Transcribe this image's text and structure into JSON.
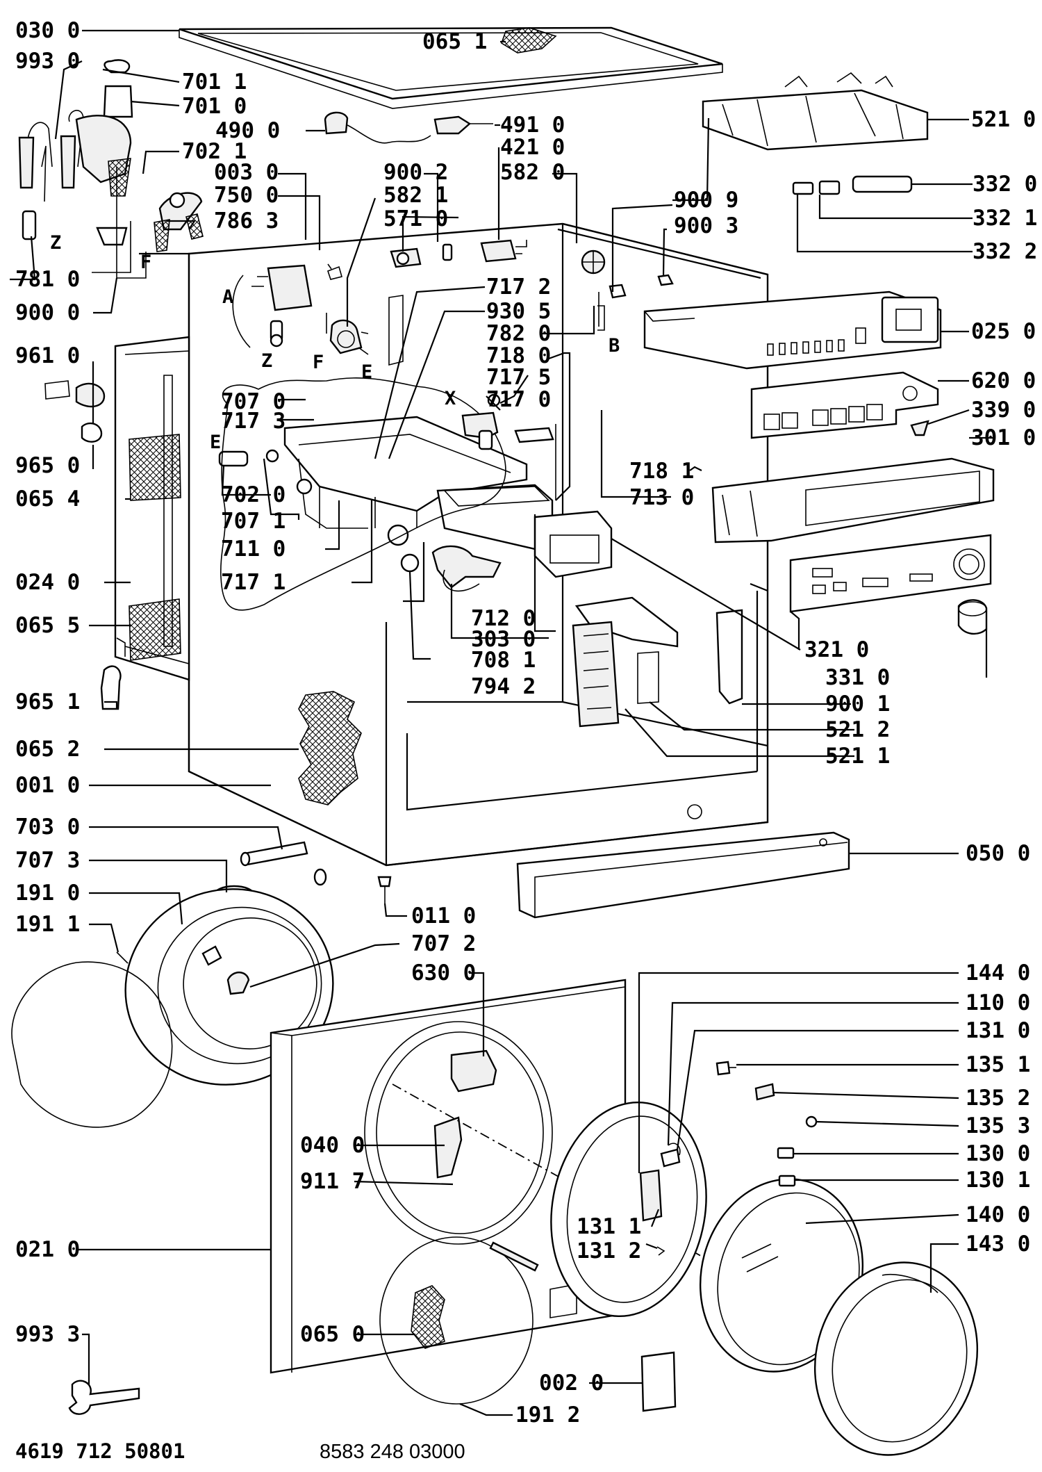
{
  "labels": [
    {
      "id": "l0300",
      "text": "030 0"
    },
    {
      "id": "l0651",
      "text": "065 1"
    },
    {
      "id": "l9930",
      "text": "993 0"
    },
    {
      "id": "l7011",
      "text": "701 1"
    },
    {
      "id": "l7010",
      "text": "701 0"
    },
    {
      "id": "l4900",
      "text": "490 0"
    },
    {
      "id": "l4910",
      "text": "491 0"
    },
    {
      "id": "l7021",
      "text": "702 1"
    },
    {
      "id": "l4210",
      "text": "421 0"
    },
    {
      "id": "l0030",
      "text": "003 0"
    },
    {
      "id": "l9002",
      "text": "900 2"
    },
    {
      "id": "l5820",
      "text": "582 0"
    },
    {
      "id": "l7500",
      "text": "750 0"
    },
    {
      "id": "l5821",
      "text": "582 1"
    },
    {
      "id": "l7863",
      "text": "786 3"
    },
    {
      "id": "l5710",
      "text": "571 0"
    },
    {
      "id": "l5210",
      "text": "521 0"
    },
    {
      "id": "l3320",
      "text": "332 0"
    },
    {
      "id": "l3321",
      "text": "332 1"
    },
    {
      "id": "l3322",
      "text": "332 2"
    },
    {
      "id": "l9009",
      "text": "900 9"
    },
    {
      "id": "l9003",
      "text": "900 3"
    },
    {
      "id": "l7810",
      "text": "781 0"
    },
    {
      "id": "l9000",
      "text": "900 0"
    },
    {
      "id": "l7172",
      "text": "717 2"
    },
    {
      "id": "l9305",
      "text": "930 5"
    },
    {
      "id": "l7820",
      "text": "782 0"
    },
    {
      "id": "l7180",
      "text": "718 0"
    },
    {
      "id": "l7175",
      "text": "717 5"
    },
    {
      "id": "l7170",
      "text": "717 0"
    },
    {
      "id": "l0250",
      "text": "025 0"
    },
    {
      "id": "l9610",
      "text": "961 0"
    },
    {
      "id": "l6200",
      "text": "620 0"
    },
    {
      "id": "l7070",
      "text": "707 0"
    },
    {
      "id": "l7173",
      "text": "717 3"
    },
    {
      "id": "l3390",
      "text": "339 0"
    },
    {
      "id": "l9650",
      "text": "965 0"
    },
    {
      "id": "l3010",
      "text": "301 0"
    },
    {
      "id": "l7181",
      "text": "718 1"
    },
    {
      "id": "l0654",
      "text": "065 4"
    },
    {
      "id": "l7020",
      "text": "702 0"
    },
    {
      "id": "l7130",
      "text": "713 0"
    },
    {
      "id": "l7071",
      "text": "707 1"
    },
    {
      "id": "l7110",
      "text": "711 0"
    },
    {
      "id": "l0240",
      "text": "024 0"
    },
    {
      "id": "l7171",
      "text": "717 1"
    },
    {
      "id": "l7120",
      "text": "712 0"
    },
    {
      "id": "l0655",
      "text": "065 5"
    },
    {
      "id": "l3030",
      "text": "303 0"
    },
    {
      "id": "l3210",
      "text": "321 0"
    },
    {
      "id": "l7081",
      "text": "708 1"
    },
    {
      "id": "l3310",
      "text": "331 0"
    },
    {
      "id": "l7942",
      "text": "794 2"
    },
    {
      "id": "l9651",
      "text": "965 1"
    },
    {
      "id": "l9001",
      "text": "900 1"
    },
    {
      "id": "l5212",
      "text": "521 2"
    },
    {
      "id": "l0652",
      "text": "065 2"
    },
    {
      "id": "l5211",
      "text": "521 1"
    },
    {
      "id": "l0010",
      "text": "001 0"
    },
    {
      "id": "l7030",
      "text": "703 0"
    },
    {
      "id": "l0500",
      "text": "050 0"
    },
    {
      "id": "l7073",
      "text": "707 3"
    },
    {
      "id": "l1910",
      "text": "191 0"
    },
    {
      "id": "l0110",
      "text": "011 0"
    },
    {
      "id": "l1911",
      "text": "191 1"
    },
    {
      "id": "l7072",
      "text": "707 2"
    },
    {
      "id": "l6300",
      "text": "630 0"
    },
    {
      "id": "l1440",
      "text": "144 0"
    },
    {
      "id": "l1100",
      "text": "110 0"
    },
    {
      "id": "l1310",
      "text": "131 0"
    },
    {
      "id": "l1351",
      "text": "135 1"
    },
    {
      "id": "l1352",
      "text": "135 2"
    },
    {
      "id": "l0400",
      "text": "040 0"
    },
    {
      "id": "l1353",
      "text": "135 3"
    },
    {
      "id": "l1300",
      "text": "130 0"
    },
    {
      "id": "l9117",
      "text": "911 7"
    },
    {
      "id": "l1301",
      "text": "130 1"
    },
    {
      "id": "l1400",
      "text": "140 0"
    },
    {
      "id": "l1311",
      "text": "131 1"
    },
    {
      "id": "l1312",
      "text": "131 2"
    },
    {
      "id": "l0210",
      "text": "021 0"
    },
    {
      "id": "l1430",
      "text": "143 0"
    },
    {
      "id": "l0650",
      "text": "065 0"
    },
    {
      "id": "l9933",
      "text": "993 3"
    },
    {
      "id": "l0020",
      "text": "002 0"
    },
    {
      "id": "l1912",
      "text": "191 2"
    }
  ],
  "markers": {
    "A": "A",
    "Z_left": "Z",
    "F_left": "F",
    "Z_mid": "Z",
    "F_mid": "F",
    "E_mid": "E",
    "E_left": "E",
    "B": "B",
    "X": "X"
  },
  "footer": {
    "left_code": "4619 712 50801",
    "right_code": "8583 248 03000"
  }
}
